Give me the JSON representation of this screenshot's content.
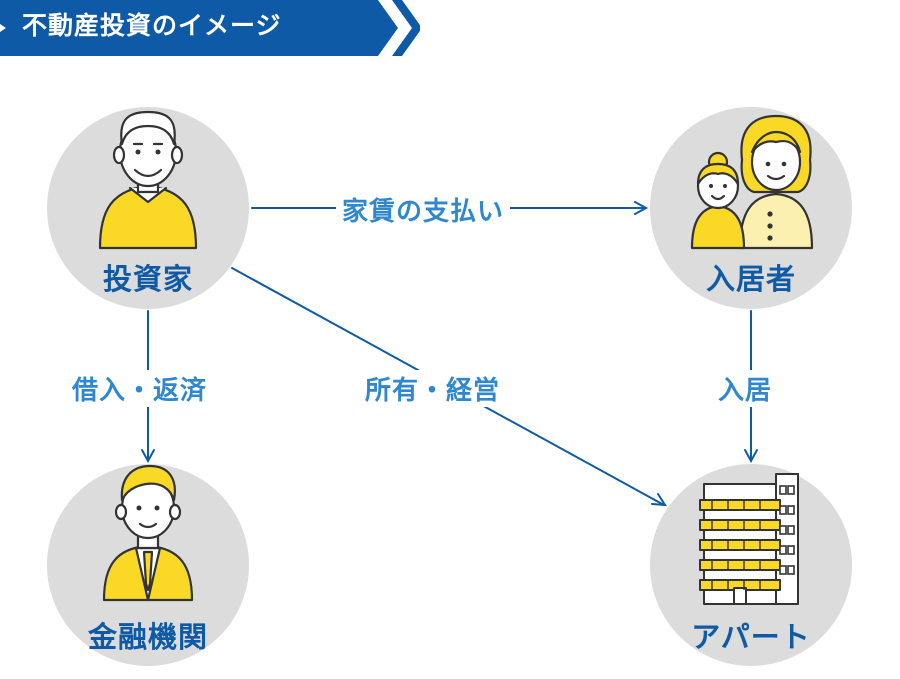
{
  "title": "不動産投資のイメージ",
  "colors": {
    "accent": "#0f5aa6",
    "edge_text": "#2f87d0",
    "circle": "#dcdcdc",
    "figure_fill": "#f9d926"
  },
  "nodes": {
    "investor": "投資家",
    "tenant": "入居者",
    "bank": "金融機関",
    "apartment": "アパート"
  },
  "edges": {
    "rent_payment": "家賃の支払い",
    "borrow_repay": "借入・返済",
    "ownership": "所有・経営",
    "occupancy": "入居"
  },
  "icons": {
    "investor": "elderly-man-icon",
    "tenant": "mother-daughter-icon",
    "bank": "businessman-icon",
    "apartment": "apartment-building-icon"
  }
}
